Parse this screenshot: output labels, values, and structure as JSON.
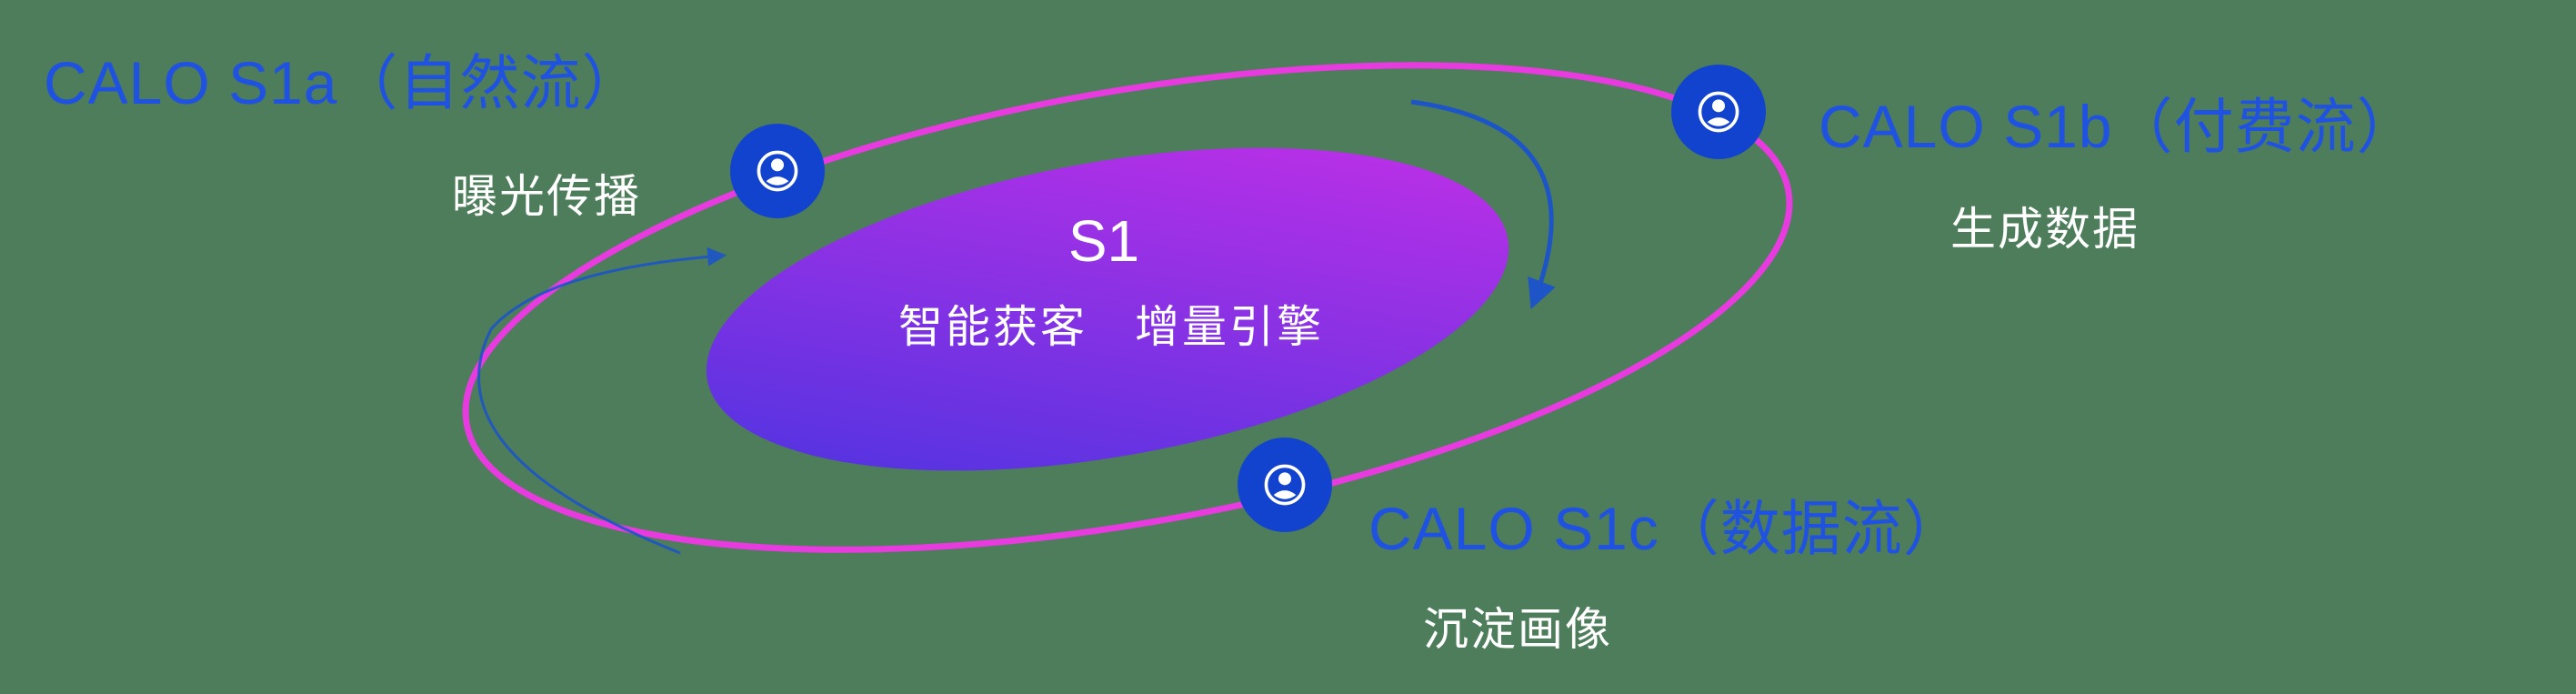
{
  "colors": {
    "bg": "#4d7d5a",
    "orbit-stroke": "#e73bdf",
    "core-grad-start": "#4634e0",
    "core-grad-end": "#c92fe8",
    "label-blue": "#2052e2",
    "icon-blue": "#1243cf",
    "arrow-blue": "#1d55c8",
    "text-white": "#ffffff"
  },
  "core": {
    "title": "S1",
    "subtitle": "智能获客　增量引擎"
  },
  "nodes": [
    {
      "id": "s1a",
      "label": "CALO S1a（自然流）",
      "caption": "曝光传播",
      "icon": "user-icon"
    },
    {
      "id": "s1b",
      "label": "CALO S1b（付费流）",
      "caption": "生成数据",
      "icon": "user-icon"
    },
    {
      "id": "s1c",
      "label": "CALO S1c（数据流）",
      "caption": "沉淀画像",
      "icon": "user-icon"
    }
  ],
  "arrows": [
    {
      "name": "flow-arrow-top-right",
      "direction": "clockwise-down"
    },
    {
      "name": "flow-arrow-left",
      "direction": "up-toward-s1a"
    }
  ]
}
